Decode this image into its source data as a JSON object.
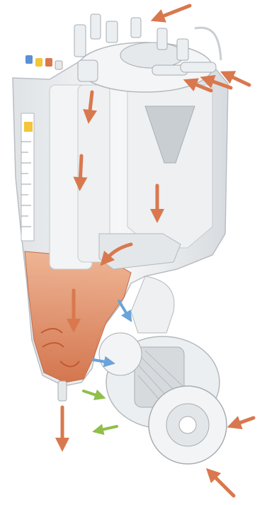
{
  "illustration": {
    "subject": "cutaway-reservoir-oxygenator",
    "colors": {
      "background": "#ffffff",
      "housing": "#e9ecee",
      "housing_edge": "#b9bec3",
      "blood": "#d9784e",
      "blood_light": "#efb08c",
      "gas_arrow": "#6aa4d8",
      "green_arrow": "#8fbf4a",
      "scale_yellow": "#f2c53a"
    }
  },
  "flow_arrows": [
    {
      "id": "inlet-top-right",
      "color": "blood"
    },
    {
      "id": "inlet-right-1",
      "color": "blood"
    },
    {
      "id": "inlet-right-2",
      "color": "blood"
    },
    {
      "id": "inlet-right-3",
      "color": "blood"
    },
    {
      "id": "internal-down-1",
      "color": "blood"
    },
    {
      "id": "internal-down-2",
      "color": "blood"
    },
    {
      "id": "internal-down-3",
      "color": "blood"
    },
    {
      "id": "internal-down-4",
      "color": "blood"
    },
    {
      "id": "internal-curve",
      "color": "blood"
    },
    {
      "id": "outlet-bottom",
      "color": "blood"
    },
    {
      "id": "gas-1",
      "color": "gas_arrow"
    },
    {
      "id": "gas-2",
      "color": "gas_arrow"
    },
    {
      "id": "green-1",
      "color": "green_arrow"
    },
    {
      "id": "green-2",
      "color": "green_arrow"
    },
    {
      "id": "side-in",
      "color": "blood"
    },
    {
      "id": "bottom-in",
      "color": "blood"
    }
  ]
}
